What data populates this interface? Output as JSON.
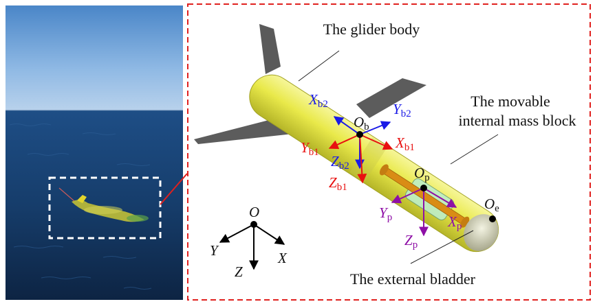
{
  "captions": {
    "glider_body": "The glider body",
    "movable_mass_line1": "The movable",
    "movable_mass_line2": "internal mass block",
    "external_bladder": "The external bladder"
  },
  "inertial_frame": {
    "origin": "O",
    "x": "X",
    "y": "Y",
    "z": "Z"
  },
  "body_frame": {
    "origin": {
      "sym": "O",
      "sub": "b"
    },
    "xb2": {
      "sym": "X",
      "sub": "b2"
    },
    "yb2": {
      "sym": "Y",
      "sub": "b2"
    },
    "xb1": {
      "sym": "X",
      "sub": "b1"
    },
    "yb1": {
      "sym": "Y",
      "sub": "b1"
    },
    "zb2": {
      "sym": "Z",
      "sub": "b2"
    },
    "zb1": {
      "sym": "Z",
      "sub": "b1"
    }
  },
  "mass_frame": {
    "origin": {
      "sym": "O",
      "sub": "p"
    },
    "xp": {
      "sym": "X",
      "sub": "p"
    },
    "yp": {
      "sym": "Y",
      "sub": "p"
    },
    "zp": {
      "sym": "Z",
      "sub": "p"
    }
  },
  "bladder_point": {
    "sym": "O",
    "sub": "e"
  },
  "colors": {
    "red_frame": "#e0201e",
    "blue_axes": "#1a1ae6",
    "red_axes": "#e81010",
    "purple_axes": "#8e0fa6",
    "glider_yellow": "#ecec4a",
    "wing_gray": "#5a5a5a"
  }
}
